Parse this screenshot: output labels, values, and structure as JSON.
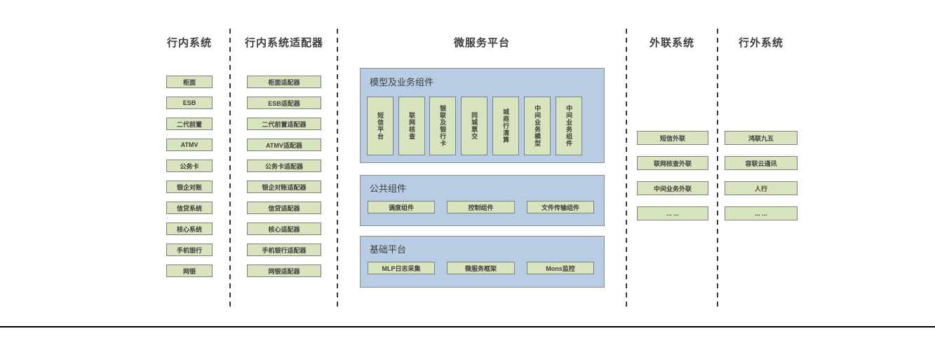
{
  "diagram": {
    "colors": {
      "panel_blue": "#b8cce4",
      "box_green": "#d7e4bd",
      "box_border": "#7f7f7f",
      "text": "#3f3f3f"
    },
    "col_internal": {
      "title": "行内系统",
      "items": [
        "柜面",
        "ESB",
        "二代前置",
        "ATMV",
        "公务卡",
        "银企对账",
        "信贷系统",
        "核心系统",
        "手机银行",
        "网银"
      ]
    },
    "col_adapters": {
      "title": "行内系统适配器",
      "items": [
        "柜面适配器",
        "ESB适配器",
        "二代前置适配器",
        "ATMV适配器",
        "公务卡适配器",
        "银企对账适配器",
        "信贷适配器",
        "核心适配器",
        "手机银行适配器",
        "网银适配器"
      ]
    },
    "col_platform": {
      "title": "微服务平台",
      "panel_model": {
        "title": "模型及业务组件",
        "items": [
          "短信平台",
          "联网核查",
          "银联及银行卡",
          "同城票交",
          "城商行清算",
          "中间业务模型",
          "中间业务组件"
        ]
      },
      "panel_common": {
        "title": "公共组件",
        "items": [
          "调度组件",
          "控制组件",
          "文件传输组件"
        ]
      },
      "panel_base": {
        "title": "基础平台",
        "items": [
          "MLP日志采集",
          "微服务框架",
          "Mons监控"
        ]
      }
    },
    "col_outreach": {
      "title": "外联系统",
      "items": [
        "短信外联",
        "联网核查外联",
        "中间业务外联",
        "... ..."
      ]
    },
    "col_external": {
      "title": "行外系统",
      "items": [
        "鸿联九五",
        "容联云通讯",
        "人行",
        "... ..."
      ]
    }
  }
}
